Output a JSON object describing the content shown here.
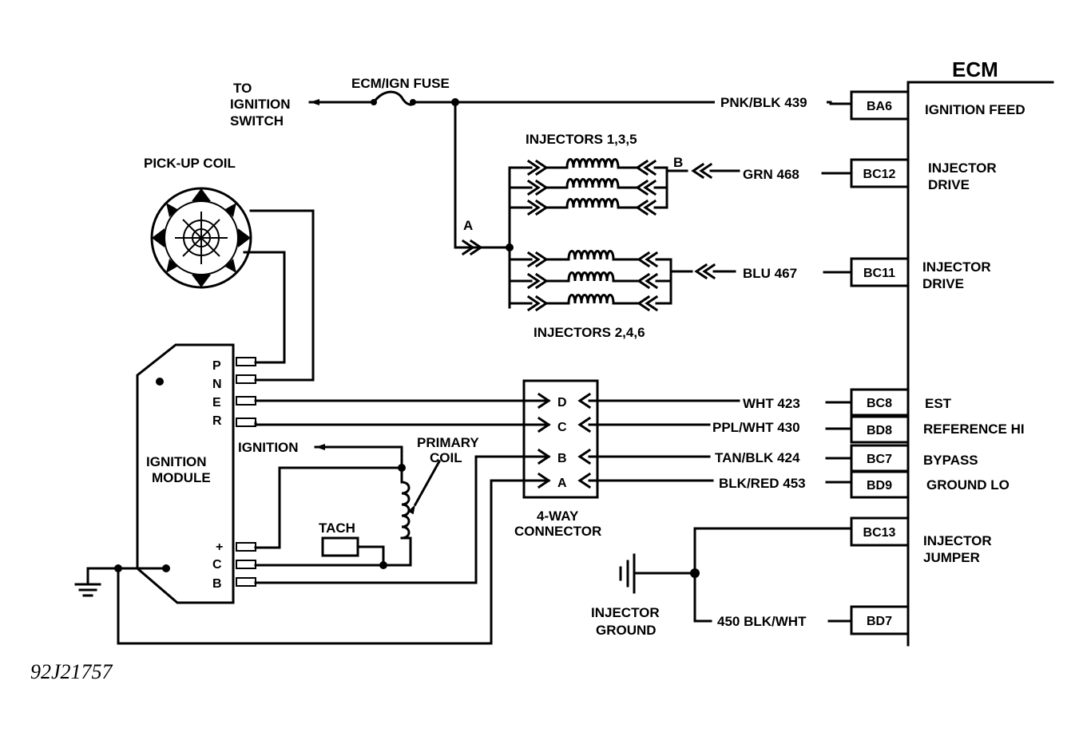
{
  "ecm": {
    "title": "ECM",
    "pins": [
      {
        "id": "BA6",
        "wire": "PNK/BLK  439",
        "function": [
          "IGNITION FEED"
        ]
      },
      {
        "id": "BC12",
        "wire": "GRN 468",
        "function": [
          "INJECTOR",
          "DRIVE"
        ]
      },
      {
        "id": "BC11",
        "wire": "BLU 467",
        "function": [
          "INJECTOR",
          "DRIVE"
        ]
      },
      {
        "id": "BC8",
        "wire": "WHT  423",
        "function": [
          "EST"
        ]
      },
      {
        "id": "BD8",
        "wire": "PPL/WHT  430",
        "function": [
          "REFERENCE HI"
        ]
      },
      {
        "id": "BC7",
        "wire": "TAN/BLK  424",
        "function": [
          "BYPASS"
        ]
      },
      {
        "id": "BD9",
        "wire": "BLK/RED  453",
        "function": [
          "GROUND LO"
        ]
      },
      {
        "id": "BC13",
        "wire": "",
        "function": [
          "INJECTOR",
          "JUMPER"
        ]
      },
      {
        "id": "BD7",
        "wire": "450 BLK/WHT",
        "function": []
      }
    ]
  },
  "labels": {
    "to_ignition": [
      "TO",
      "IGNITION",
      "SWITCH"
    ],
    "fuse": "ECM/IGN FUSE",
    "injectors_135": "INJECTORS 1,3,5",
    "injectors_246": "INJECTORS 2,4,6",
    "splice_a": "A",
    "splice_b": "B",
    "pickup_coil": "PICK-UP COIL",
    "ignition_module": [
      "IGNITION",
      "MODULE"
    ],
    "module_pins_top": [
      "P",
      "N",
      "E",
      "R"
    ],
    "module_pins_bottom": [
      "+",
      "C",
      "B"
    ],
    "ignition_out": "IGNITION",
    "primary_coil": [
      "PRIMARY",
      "COIL"
    ],
    "tach": "TACH",
    "connector_name": [
      "4-WAY",
      "CONNECTOR"
    ],
    "connector_pins": [
      "D",
      "C",
      "B",
      "A"
    ],
    "injector_ground": [
      "INJECTOR",
      "GROUND"
    ],
    "figure_id": "92J21757"
  }
}
